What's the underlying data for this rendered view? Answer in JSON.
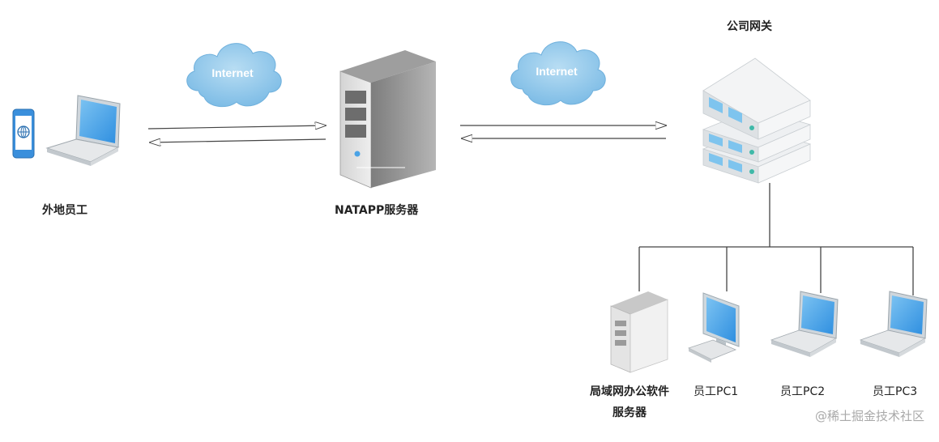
{
  "nodes": {
    "remote_employee": "外地员工",
    "natapp_server": "NATAPP服务器",
    "company_gateway": "公司网关",
    "office_server_line1": "局域网办公软件",
    "office_server_line2": "服务器",
    "pc1": "员工PC1",
    "pc2": "员工PC2",
    "pc3": "员工PC3"
  },
  "clouds": {
    "left": "Internet",
    "right": "Internet"
  },
  "watermark": "@稀土掘金技术社区",
  "colors": {
    "cloud": "#8ec8ea",
    "screen": "#4aa3e6",
    "arrow": "#444444"
  }
}
